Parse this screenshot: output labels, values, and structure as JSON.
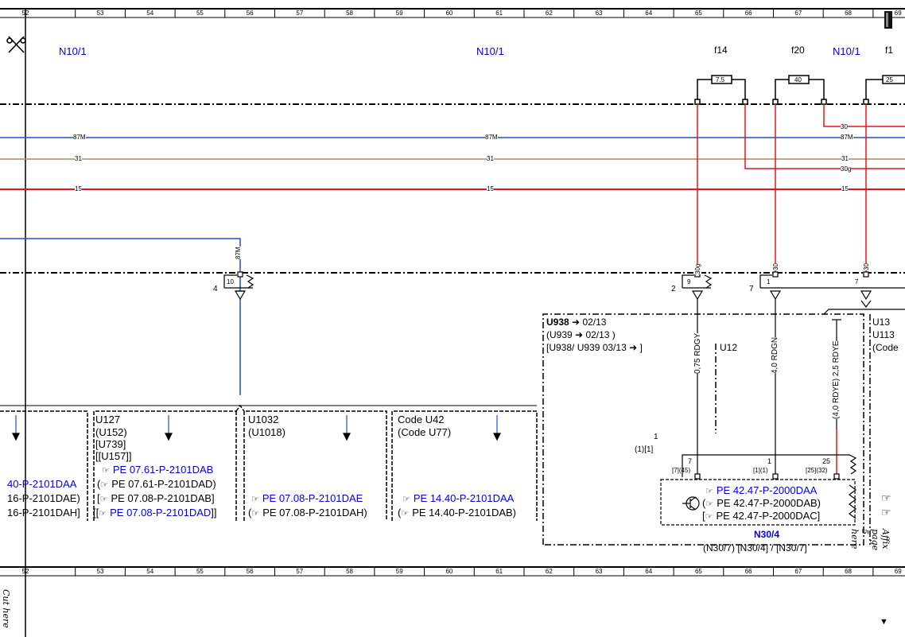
{
  "ruler": {
    "top": [
      "52",
      "53",
      "54",
      "55",
      "56",
      "57",
      "58",
      "59",
      "60",
      "61",
      "62",
      "63",
      "64",
      "65",
      "66",
      "67",
      "68",
      "69"
    ],
    "bottom": [
      "52",
      "53",
      "54",
      "55",
      "56",
      "57",
      "58",
      "59",
      "60",
      "61",
      "62",
      "63",
      "64",
      "65",
      "66",
      "67",
      "68",
      "69"
    ]
  },
  "top_labels": {
    "n10_1_left": "N10/1",
    "n10_1_mid": "N10/1",
    "f14": "f14",
    "f20": "f20",
    "n10_1_right": "N10/1",
    "f1": "f1"
  },
  "fuses": {
    "f14_value": "7.5",
    "f20_value": "40",
    "f1_value": "25"
  },
  "buses": {
    "line_87m_left": "87M",
    "line_87m_mid": "87M",
    "line_87m_right": "87M",
    "line_31_left": "31",
    "line_31_mid": "31",
    "line_31_right": "31",
    "line_15_left": "15",
    "line_15_mid": "15",
    "line_15_right": "15",
    "line_30": "30",
    "line_30g": "30g"
  },
  "connectors": {
    "c1_wire": "87M",
    "c1_pin": "10",
    "c1_num": "4",
    "c2_wire": "30g",
    "c2_pin": "9",
    "c2_num": "2",
    "c3_wire": "30",
    "c3_pin": "1",
    "c3_num": "7",
    "c4_wire": "30",
    "c4_pin": "7"
  },
  "variant_box": {
    "u938": "U938",
    "u938_date": "02/13",
    "u939": "(U939",
    "u939_date": "02/13 )",
    "u938_u939": "[U938/ U939  03/13",
    "u938_u939_end": "]",
    "u12": "U12",
    "u13": "U13",
    "u113": "U113",
    "code": "(Code"
  },
  "wires": {
    "w1": "0,75 RDGY",
    "w2": "4,0 RDGN",
    "w3": "(4,0 RDYE) 2,5 RDYE"
  },
  "n30_4": {
    "pin_top": "1",
    "pin_top_bracket": "(1)[1]",
    "p7": "7",
    "p7_b": "[7](45)",
    "p1": "1",
    "p1_b": "[1](1)",
    "p25": "25",
    "p25_b": "[25](32)",
    "ref1": "PE 42.47-P-2000DAA",
    "ref2": "PE 42.47-P-2000DAB)",
    "ref3": "PE 42.47-P-2000DAC]",
    "name": "N30/4",
    "alt": "(N30/7)  [N30/4]  /  [N30/7]"
  },
  "boxes": {
    "b0_ref1": "40-P-2101DAA",
    "b0_ref2": "16-P-2101DAE)",
    "b0_ref3": "16-P-2101DAH]",
    "b1_l1": "U127",
    "b1_l2": "(U152)",
    "b1_l3": "[U739]",
    "b1_l4": "[[U157]]",
    "b1_ref1": "PE 07.61-P-2101DAB",
    "b1_ref2": "PE 07.61-P-2101DAD)",
    "b1_ref3": "PE 07.08-P-2101DAB]",
    "b1_ref4": "PE 07.08-P-2101DAD",
    "b1_ref4_end": "]]",
    "b2_l1": "U1032",
    "b2_l2": "(U1018)",
    "b2_ref1": "PE 07.08-P-2101DAE",
    "b2_ref2": "PE 07.08-P-2101DAH)",
    "b3_l1": "Code U42",
    "b3_l2": "(Code U77)",
    "b3_ref1": "PE 14.40-P-2101DAA",
    "b3_ref2": "PE 14.40-P-2101DAB)"
  },
  "cut_here_left": "Cut here",
  "affix_right": "Affix page 5 here",
  "colors": {
    "blue": "#1e4fd8",
    "brown": "#b08a62",
    "red": "#e8141c",
    "link_blue": "#0000ee"
  }
}
